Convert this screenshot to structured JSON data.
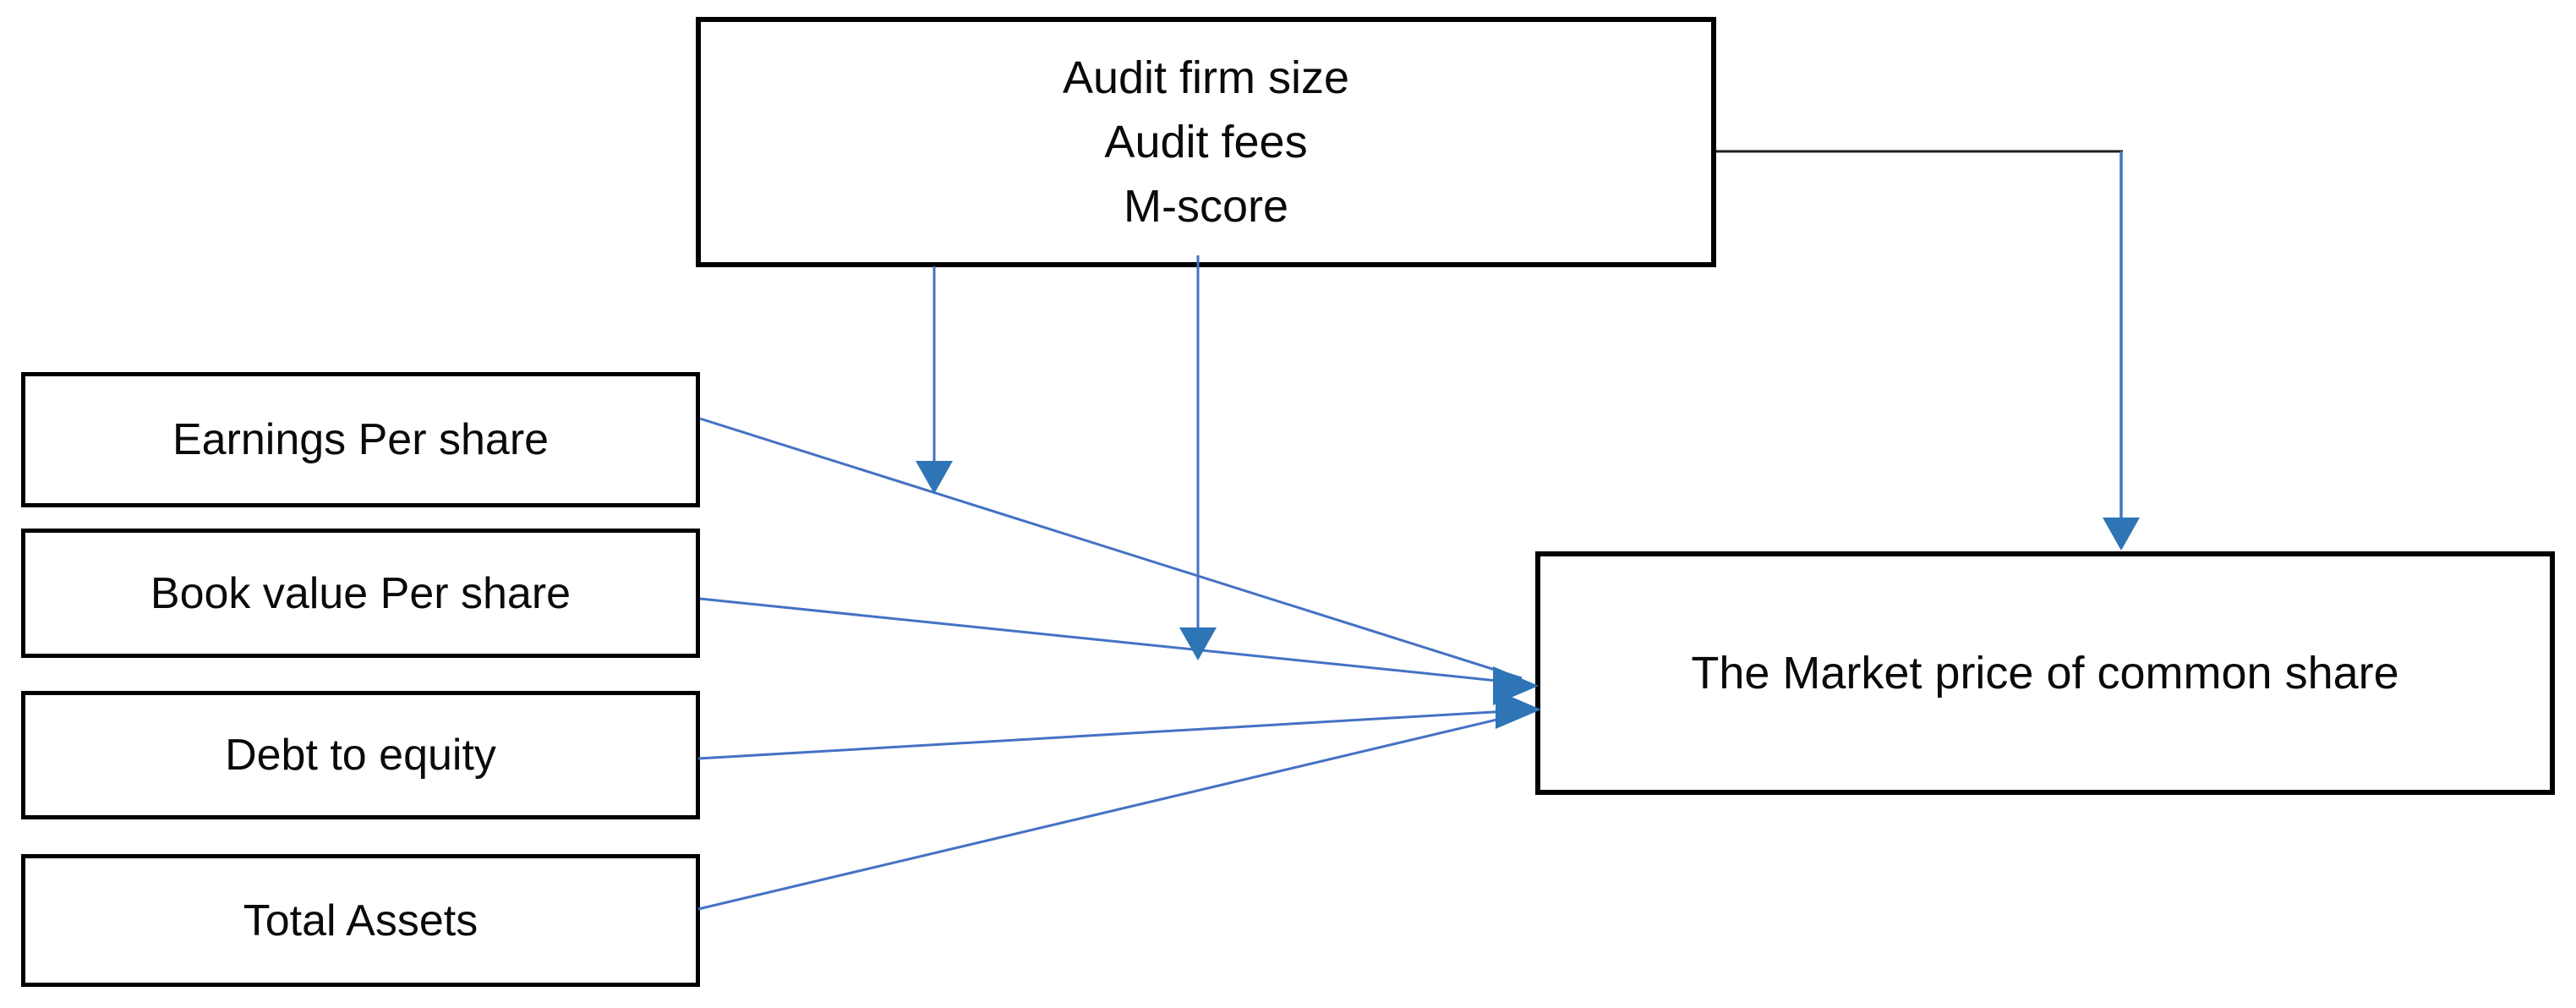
{
  "diagram": {
    "moderator_box": {
      "lines": [
        "Audit firm size",
        "Audit fees",
        "M-score"
      ]
    },
    "independent_variables": [
      {
        "label": "Earnings Per share"
      },
      {
        "label": "Book value Per share"
      },
      {
        "label": "Debt to equity"
      },
      {
        "label": "Total Assets"
      }
    ],
    "dependent_variable": {
      "label": "The Market price of common share"
    },
    "edges": [
      {
        "from": "Earnings Per share",
        "to": "The Market price of common share",
        "type": "direct-arrow"
      },
      {
        "from": "Book value Per share",
        "to": "The Market price of common share",
        "type": "direct-arrow"
      },
      {
        "from": "Debt to equity",
        "to": "The Market price of common share",
        "type": "direct-arrow"
      },
      {
        "from": "Total Assets",
        "to": "The Market price of common share",
        "type": "direct-arrow"
      },
      {
        "from": "Audit firm size / Audit fees / M-score",
        "to": "Earnings Per share path",
        "type": "moderator-arrow-down"
      },
      {
        "from": "Audit firm size / Audit fees / M-score",
        "to": "Book value Per share path",
        "type": "moderator-arrow-down"
      },
      {
        "from": "Audit firm size / Audit fees / M-score",
        "to": "The Market price of common share",
        "type": "elbow-arrow"
      }
    ],
    "colors": {
      "arrow_line": "#4472C4",
      "arrow_head": "#2E75B6",
      "connector_black": "#1f1f1f",
      "box_border": "#000000",
      "background": "#ffffff",
      "text": "#0a0a0a"
    }
  }
}
